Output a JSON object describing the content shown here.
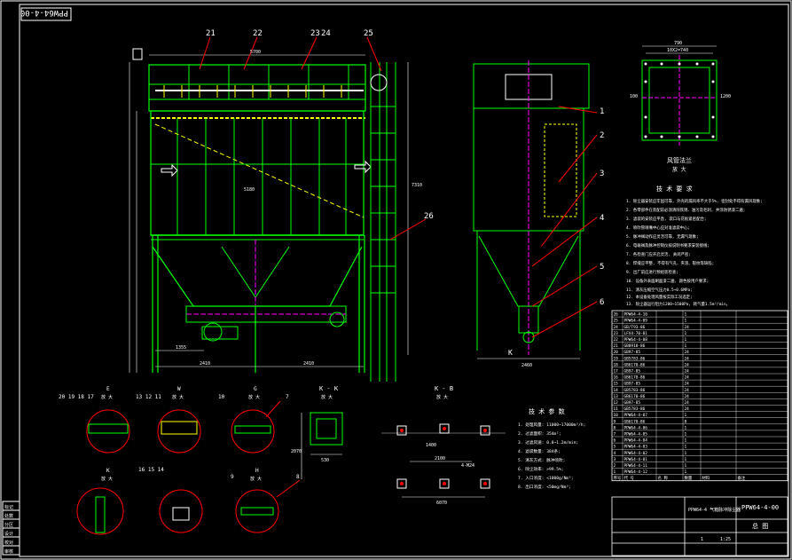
{
  "colors": {
    "background": "#000000",
    "frame": "#ffffff",
    "structure": "#00ff00",
    "dimension": "#ffffff",
    "leader": "#ff0000",
    "centerline": "#ff00ff",
    "hidden": "#ffff00",
    "text": "#ffffff",
    "hatch": "#ffff00",
    "cyan": "#00ffff"
  },
  "drawing": {
    "corner_tag": "PPW64-4-00",
    "main_callouts": [
      "21",
      "22",
      "23",
      "24",
      "25",
      "26"
    ],
    "main_dims": {
      "top_width": "5700",
      "mid_width": "5180",
      "left_half": "2410",
      "right_half": "2410",
      "bottom_left": "1355",
      "height_total": "7310"
    },
    "side_callouts": [
      "1",
      "2",
      "3",
      "4",
      "5",
      "6"
    ],
    "side_label_bottom": "K",
    "side_dim": "2460",
    "flange_title": "风管法兰",
    "flange_scale": "放 大",
    "flange_dims": {
      "top": "790",
      "top2": "10X2=740",
      "left": "100",
      "right": "1200"
    },
    "tech_title": "技 术 要 求",
    "tech_lines": [
      "1. 除尘器安装应牢固可靠, 外壳的漏风率不大于5%, 密封处不得有漏风现象;",
      "2. 各零部件在装配前必须清除铁锈、油污及毛刺, 并涂防锈漆二遍;",
      "3. 滤袋的安装应平直, 袋口与花板紧密配合;",
      "4. 喷吹管喷嘴中心应对准滤袋中心;",
      "5. 脉冲阀动作应灵活可靠, 无漏气现象;",
      "6. 电磁阀及脉冲控制仪按说明书要求安装接线;",
      "7. 各检查门应开启灵活, 关闭严密;",
      "8. 焊缝应平整, 不得有气孔、夹渣、裂纹等缺陷;",
      "9. 出厂前应进行预组装检查;",
      "10. 设备外表面刷面漆二遍, 颜色按用户要求;",
      "11. 清灰压缩空气压力0.5~0.6MPa;",
      "12. 本设备处理风量按实际工况选定;",
      "13. 除尘器运行阻力1200~1500Pa, 耗气量1.5m³/min。"
    ],
    "detail_labels": [
      {
        "nums": "20 19 18 17",
        "title": "E",
        "scale": "放 大"
      },
      {
        "nums": "13 12 11",
        "title": "W",
        "scale": "放 大"
      },
      {
        "nums": "10",
        "title": "G",
        "scale": "放 大",
        "extra": "7"
      },
      {
        "nums": "16 15 14",
        "title": "K",
        "scale": "放 大"
      },
      {
        "nums": "9",
        "title": "H",
        "scale": "放 大",
        "extra": "8"
      }
    ],
    "section_kk": {
      "title": "K - K",
      "scale": "放 大",
      "w": "530",
      "h": "2070"
    },
    "section_kb": {
      "title": "K - B",
      "scale": "放 大",
      "dims": [
        "1400",
        "2100",
        "6070",
        "4-M24"
      ]
    },
    "tech2_title": "技 术 参 数",
    "tech2_lines": [
      "1. 处理风量: 11000~17000m³/h;",
      "2. 过滤面积: 354m²;",
      "3. 过滤风速: 0.8~1.2m/min;",
      "4. 滤袋数量: 384条;",
      "5. 清灰方式: 脉冲喷吹;",
      "6. 除尘效率: >99.5%;",
      "7. 入口浓度: <1000g/Nm³;",
      "8. 出口浓度: <50mg/Nm³;"
    ],
    "bom_rows": [
      [
        "26",
        "PPW64-4-10",
        "",
        "1",
        "",
        ""
      ],
      [
        "25",
        "PPW64-4-09",
        "",
        "1",
        "",
        ""
      ],
      [
        "24",
        "GB/T93-86",
        "",
        "24",
        "",
        ""
      ],
      [
        "23",
        "LFX4-70-01",
        "",
        "1",
        "",
        ""
      ],
      [
        "22",
        "PPW64-4-08",
        "",
        "1",
        "",
        ""
      ],
      [
        "21",
        "GB8918-86",
        "",
        "1",
        "",
        ""
      ],
      [
        "20",
        "GB97-85",
        "",
        "24",
        "",
        ""
      ],
      [
        "19",
        "GB5783-86",
        "",
        "24",
        "",
        ""
      ],
      [
        "18",
        "GB6170-86",
        "",
        "24",
        "",
        ""
      ],
      [
        "17",
        "GB97-85",
        "",
        "24",
        "",
        ""
      ],
      [
        "16",
        "GB6170-86",
        "",
        "24",
        "",
        ""
      ],
      [
        "15",
        "GB97-85",
        "",
        "24",
        "",
        ""
      ],
      [
        "14",
        "GB5783-86",
        "",
        "24",
        "",
        ""
      ],
      [
        "13",
        "GB6170-86",
        "",
        "24",
        "",
        ""
      ],
      [
        "12",
        "GB97-85",
        "",
        "24",
        "",
        ""
      ],
      [
        "11",
        "GB5783-86",
        "",
        "24",
        "",
        ""
      ],
      [
        "10",
        "PPW64-4-07",
        "",
        "1",
        "",
        ""
      ],
      [
        "9",
        "GB6170-86",
        "",
        "8",
        "",
        ""
      ],
      [
        "8",
        "PPW64-4-06",
        "",
        "1",
        "",
        ""
      ],
      [
        "7",
        "PPW64-4-05",
        "",
        "1",
        "",
        ""
      ],
      [
        "6",
        "PPW64-4-04",
        "",
        "1",
        "",
        ""
      ],
      [
        "5",
        "PPW64-4-03",
        "",
        "1",
        "",
        ""
      ],
      [
        "4",
        "PPW64-4-02",
        "",
        "1",
        "",
        ""
      ],
      [
        "3",
        "PPW64-4-01",
        "",
        "1",
        "",
        ""
      ],
      [
        "2",
        "PPW64-4-11",
        "",
        "1",
        "",
        ""
      ],
      [
        "1",
        "PPW64-4-12",
        "",
        "1",
        "",
        ""
      ]
    ],
    "bom_header": [
      "序号",
      "代 号",
      "名 称",
      "数量",
      "材料",
      "备注"
    ],
    "title_block": {
      "model": "PPW64-4 气箱脉冲除尘器",
      "code": "PPW64-4-00",
      "name": "总 图",
      "scale": "1:25",
      "sheet": "1"
    },
    "left_strip": [
      "标记",
      "处数",
      "分区",
      "设计",
      "校对",
      "审核"
    ]
  }
}
